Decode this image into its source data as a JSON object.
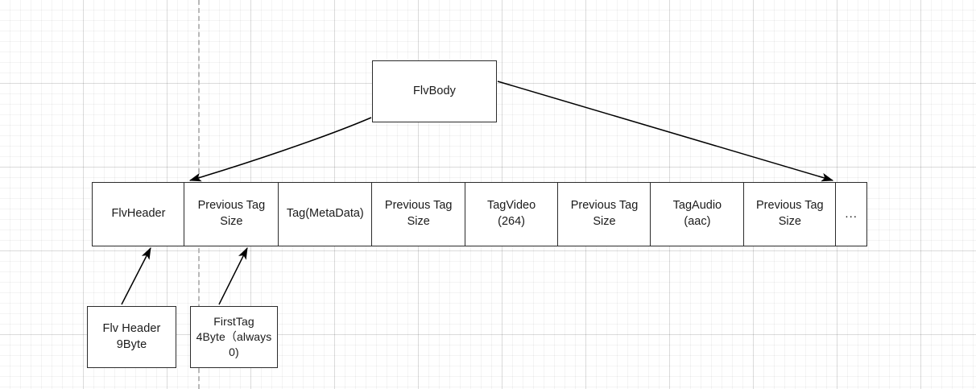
{
  "diagram": {
    "title_box": {
      "label": "FlvBody"
    },
    "stream": {
      "cells": [
        {
          "name": "flv-header",
          "label": "FlvHeader"
        },
        {
          "name": "previous-tag-size-1",
          "label": "Previous Tag\nSize"
        },
        {
          "name": "tag-metadata",
          "label": "Tag(MetaData)"
        },
        {
          "name": "previous-tag-size-2",
          "label": "Previous Tag\nSize"
        },
        {
          "name": "tag-video",
          "label": "TagVideo\n(264)"
        },
        {
          "name": "previous-tag-size-3",
          "label": "Previous Tag\nSize"
        },
        {
          "name": "tag-audio",
          "label": "TagAudio\n(aac)"
        },
        {
          "name": "previous-tag-size-4",
          "label": "Previous Tag\nSize"
        },
        {
          "name": "stream-continues",
          "label": "..."
        }
      ]
    },
    "callouts": [
      {
        "name": "flv-header-note",
        "label": "Flv Header\n9Byte"
      },
      {
        "name": "first-tag-note",
        "label": "FirstTag\n4Byte（always 0)"
      }
    ],
    "colors": {
      "box_border": "#2b2b2b",
      "box_fill": "#ffffff",
      "text": "#1a1a1a",
      "arrow": "#000000",
      "grid_minor": "#f0f0f0",
      "grid_major": "#e4e4e4",
      "guide_dash": "#b9b9b9",
      "page_background": "#ffffff"
    }
  }
}
